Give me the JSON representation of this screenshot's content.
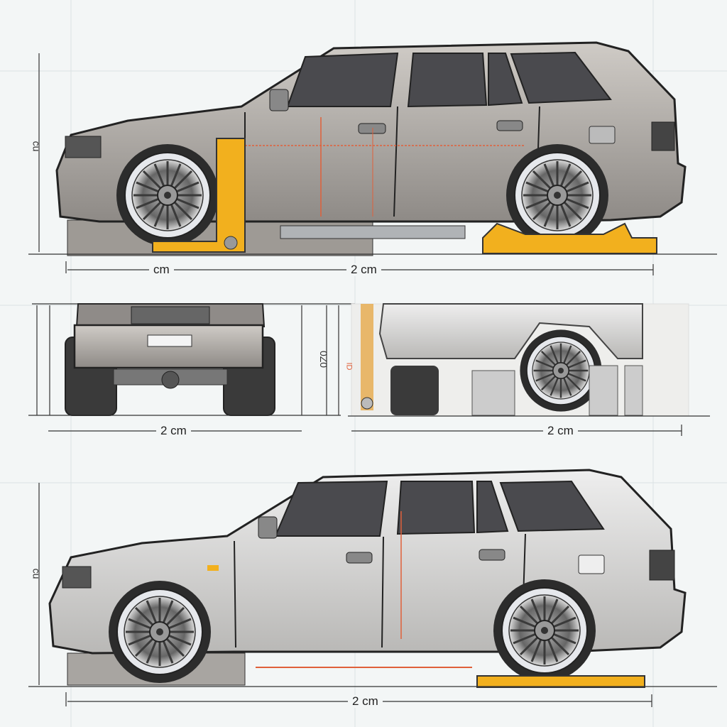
{
  "colors": {
    "body": "#a9a49f",
    "body_light": "#d9d8d6",
    "glass": "#4a4a4e",
    "gauge": "#f2b01e",
    "dimension_line": "#333333",
    "measure_red": "#e0603a",
    "paper": "#f3f6f6"
  },
  "views": {
    "top_side": {
      "width_label_left": "cm",
      "width_label_right": "2 cm",
      "height_label": "cu"
    },
    "front": {
      "width_label": "2 cm",
      "height_label": "0Z0",
      "small_mark": "ID"
    },
    "rear_quarter": {
      "width_label": "2 cm"
    },
    "bottom_side": {
      "width_label": "2 cm",
      "height_label": "cu"
    }
  }
}
